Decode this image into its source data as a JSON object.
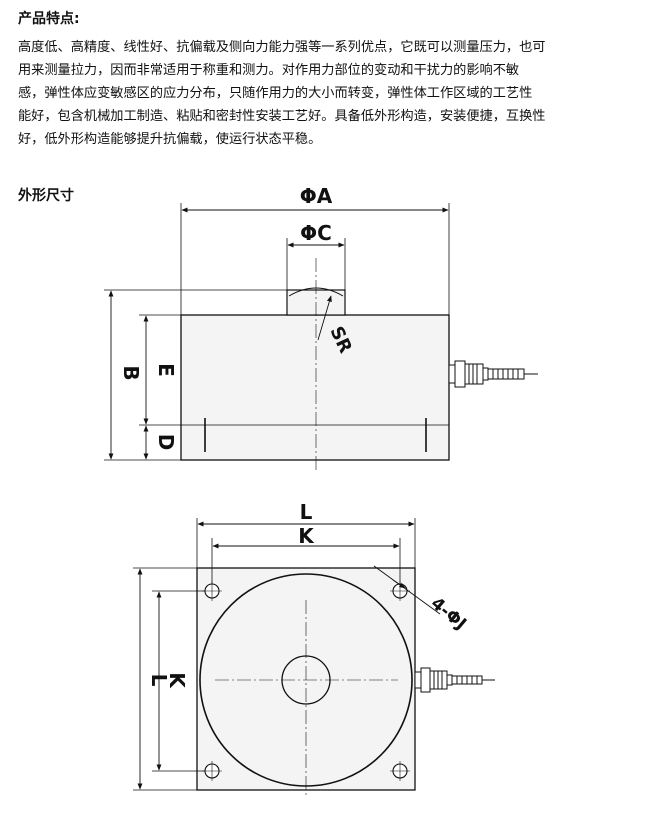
{
  "section1": {
    "title": "产品特点:"
  },
  "paragraph": {
    "lines": [
      "高度低、高精度、线性好、抗偏载及侧向力能力强等一系列优点，它既可以测量压力，也可",
      "用来测量拉力，因而非常适用于称重和测力。对作用力部位的变动和干扰力的影响不敏",
      "感，弹性体应变敏感区的应力分布，只随作用力的大小而转变，弹性体工作区域的工艺性",
      "能好，包含机械加工制造、粘贴和密封性安装工艺好。具备低外形构造，安装便捷，互换性",
      "好，低外形构造能够提升抗偏载，使运行状态平稳。"
    ]
  },
  "section2": {
    "title": "外形尺寸"
  },
  "drawing": {
    "side_view": {
      "label_phi_a": "ΦA",
      "label_phi_c": "ΦC",
      "label_sr": "SR",
      "label_b": "B",
      "label_e": "E",
      "label_d": "D"
    },
    "top_view": {
      "label_l_top": "L",
      "label_k_top": "K",
      "label_holes": "4-ΦJ",
      "label_k_side": "K",
      "label_l_side": "L"
    }
  }
}
